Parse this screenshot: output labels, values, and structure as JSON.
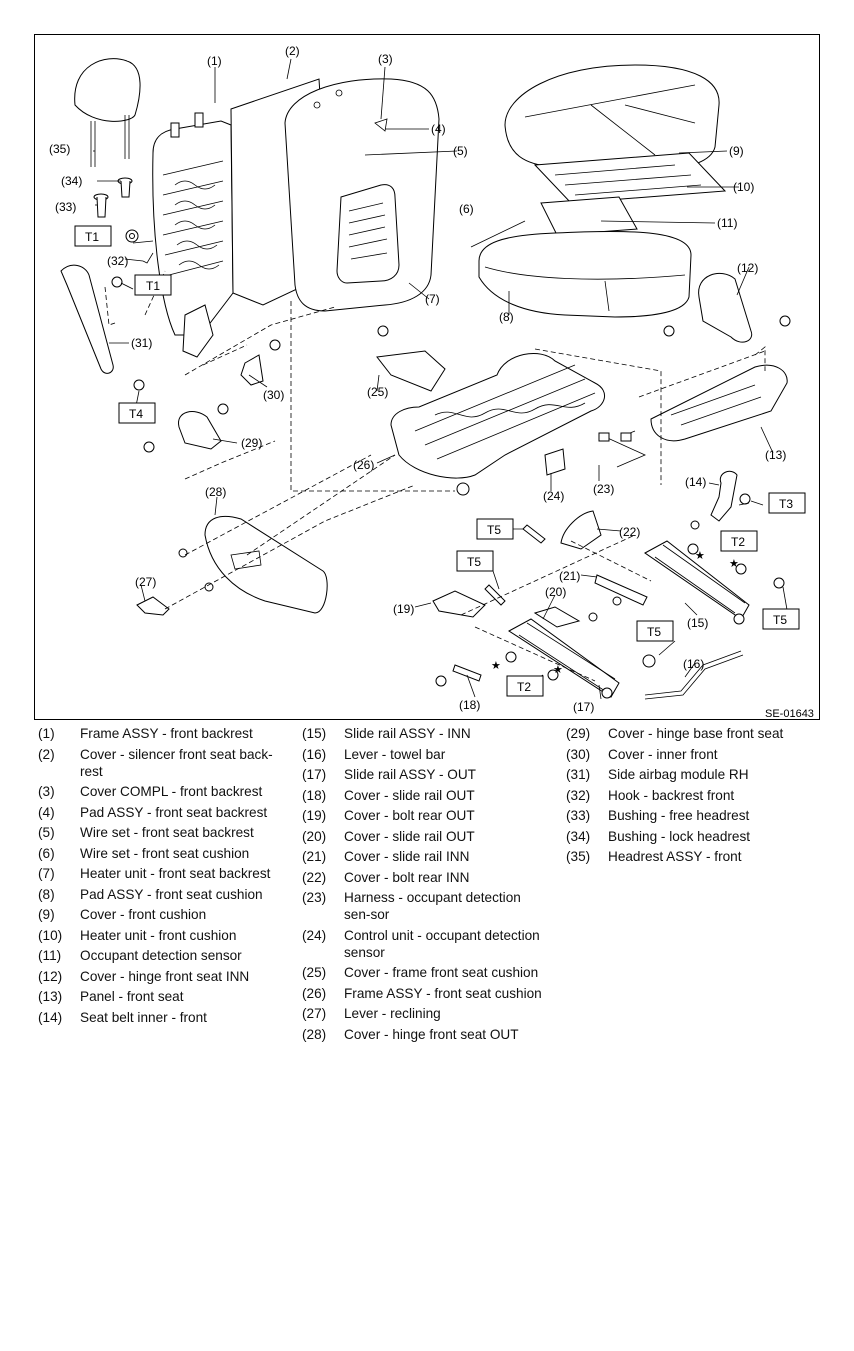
{
  "diagram": {
    "code": "SE-01643",
    "callouts": [
      {
        "label": "(1)"
      },
      {
        "label": "(2)"
      },
      {
        "label": "(3)"
      },
      {
        "label": "(4)"
      },
      {
        "label": "(5)"
      },
      {
        "label": "(6)"
      },
      {
        "label": "(7)"
      },
      {
        "label": "(8)"
      },
      {
        "label": "(9)"
      },
      {
        "label": "(10)"
      },
      {
        "label": "(11)"
      },
      {
        "label": "(12)"
      },
      {
        "label": "(13)"
      },
      {
        "label": "(14)"
      },
      {
        "label": "(15)"
      },
      {
        "label": "(16)"
      },
      {
        "label": "(17)"
      },
      {
        "label": "(18)"
      },
      {
        "label": "(19)"
      },
      {
        "label": "(20)"
      },
      {
        "label": "(21)"
      },
      {
        "label": "(22)"
      },
      {
        "label": "(23)"
      },
      {
        "label": "(24)"
      },
      {
        "label": "(25)"
      },
      {
        "label": "(26)"
      },
      {
        "label": "(27)"
      },
      {
        "label": "(28)"
      },
      {
        "label": "(29)"
      },
      {
        "label": "(30)"
      },
      {
        "label": "(31)"
      },
      {
        "label": "(32)"
      },
      {
        "label": "(33)"
      },
      {
        "label": "(34)"
      },
      {
        "label": "(35)"
      }
    ],
    "torque_labels": [
      "T1",
      "T1",
      "T4",
      "T5",
      "T5",
      "T3",
      "T2",
      "T2",
      "T5",
      "T5"
    ],
    "star": "★"
  },
  "legend": {
    "columns": [
      [
        {
          "num": "(1)",
          "text": "Frame ASSY - front backrest"
        },
        {
          "num": "(2)",
          "text": "Cover - silencer front seat back-rest"
        },
        {
          "num": "(3)",
          "text": "Cover COMPL - front backrest"
        },
        {
          "num": "(4)",
          "text": "Pad ASSY - front seat backrest"
        },
        {
          "num": "(5)",
          "text": "Wire set - front seat backrest"
        },
        {
          "num": "(6)",
          "text": "Wire set - front seat cushion"
        },
        {
          "num": "(7)",
          "text": "Heater unit - front seat backrest"
        },
        {
          "num": "(8)",
          "text": "Pad ASSY - front seat cushion"
        },
        {
          "num": "(9)",
          "text": "Cover - front cushion"
        },
        {
          "num": "(10)",
          "text": "Heater unit - front cushion"
        },
        {
          "num": "(11)",
          "text": "Occupant detection sensor"
        },
        {
          "num": "(12)",
          "text": "Cover - hinge front seat INN"
        },
        {
          "num": "(13)",
          "text": "Panel - front seat"
        },
        {
          "num": "(14)",
          "text": "Seat belt inner - front"
        }
      ],
      [
        {
          "num": "(15)",
          "text": "Slide rail ASSY - INN"
        },
        {
          "num": "(16)",
          "text": "Lever - towel bar"
        },
        {
          "num": "(17)",
          "text": "Slide rail ASSY - OUT"
        },
        {
          "num": "(18)",
          "text": "Cover - slide rail OUT"
        },
        {
          "num": "(19)",
          "text": "Cover - bolt rear OUT"
        },
        {
          "num": "(20)",
          "text": "Cover - slide rail OUT"
        },
        {
          "num": "(21)",
          "text": "Cover - slide rail INN"
        },
        {
          "num": "(22)",
          "text": "Cover - bolt rear INN"
        },
        {
          "num": "(23)",
          "text": "Harness - occupant detection sen-sor"
        },
        {
          "num": "(24)",
          "text": "Control unit - occupant detection sensor"
        },
        {
          "num": "(25)",
          "text": "Cover - frame front seat cushion"
        },
        {
          "num": "(26)",
          "text": "Frame ASSY - front seat cushion"
        },
        {
          "num": "(27)",
          "text": "Lever - reclining"
        },
        {
          "num": "(28)",
          "text": "Cover - hinge front seat OUT"
        }
      ],
      [
        {
          "num": "(29)",
          "text": "Cover - hinge base front seat"
        },
        {
          "num": "(30)",
          "text": "Cover - inner front"
        },
        {
          "num": "(31)",
          "text": "Side airbag module RH"
        },
        {
          "num": "(32)",
          "text": "Hook - backrest front"
        },
        {
          "num": "(33)",
          "text": "Bushing - free headrest"
        },
        {
          "num": "(34)",
          "text": "Bushing - lock headrest"
        },
        {
          "num": "(35)",
          "text": "Headrest ASSY - front"
        }
      ]
    ]
  }
}
